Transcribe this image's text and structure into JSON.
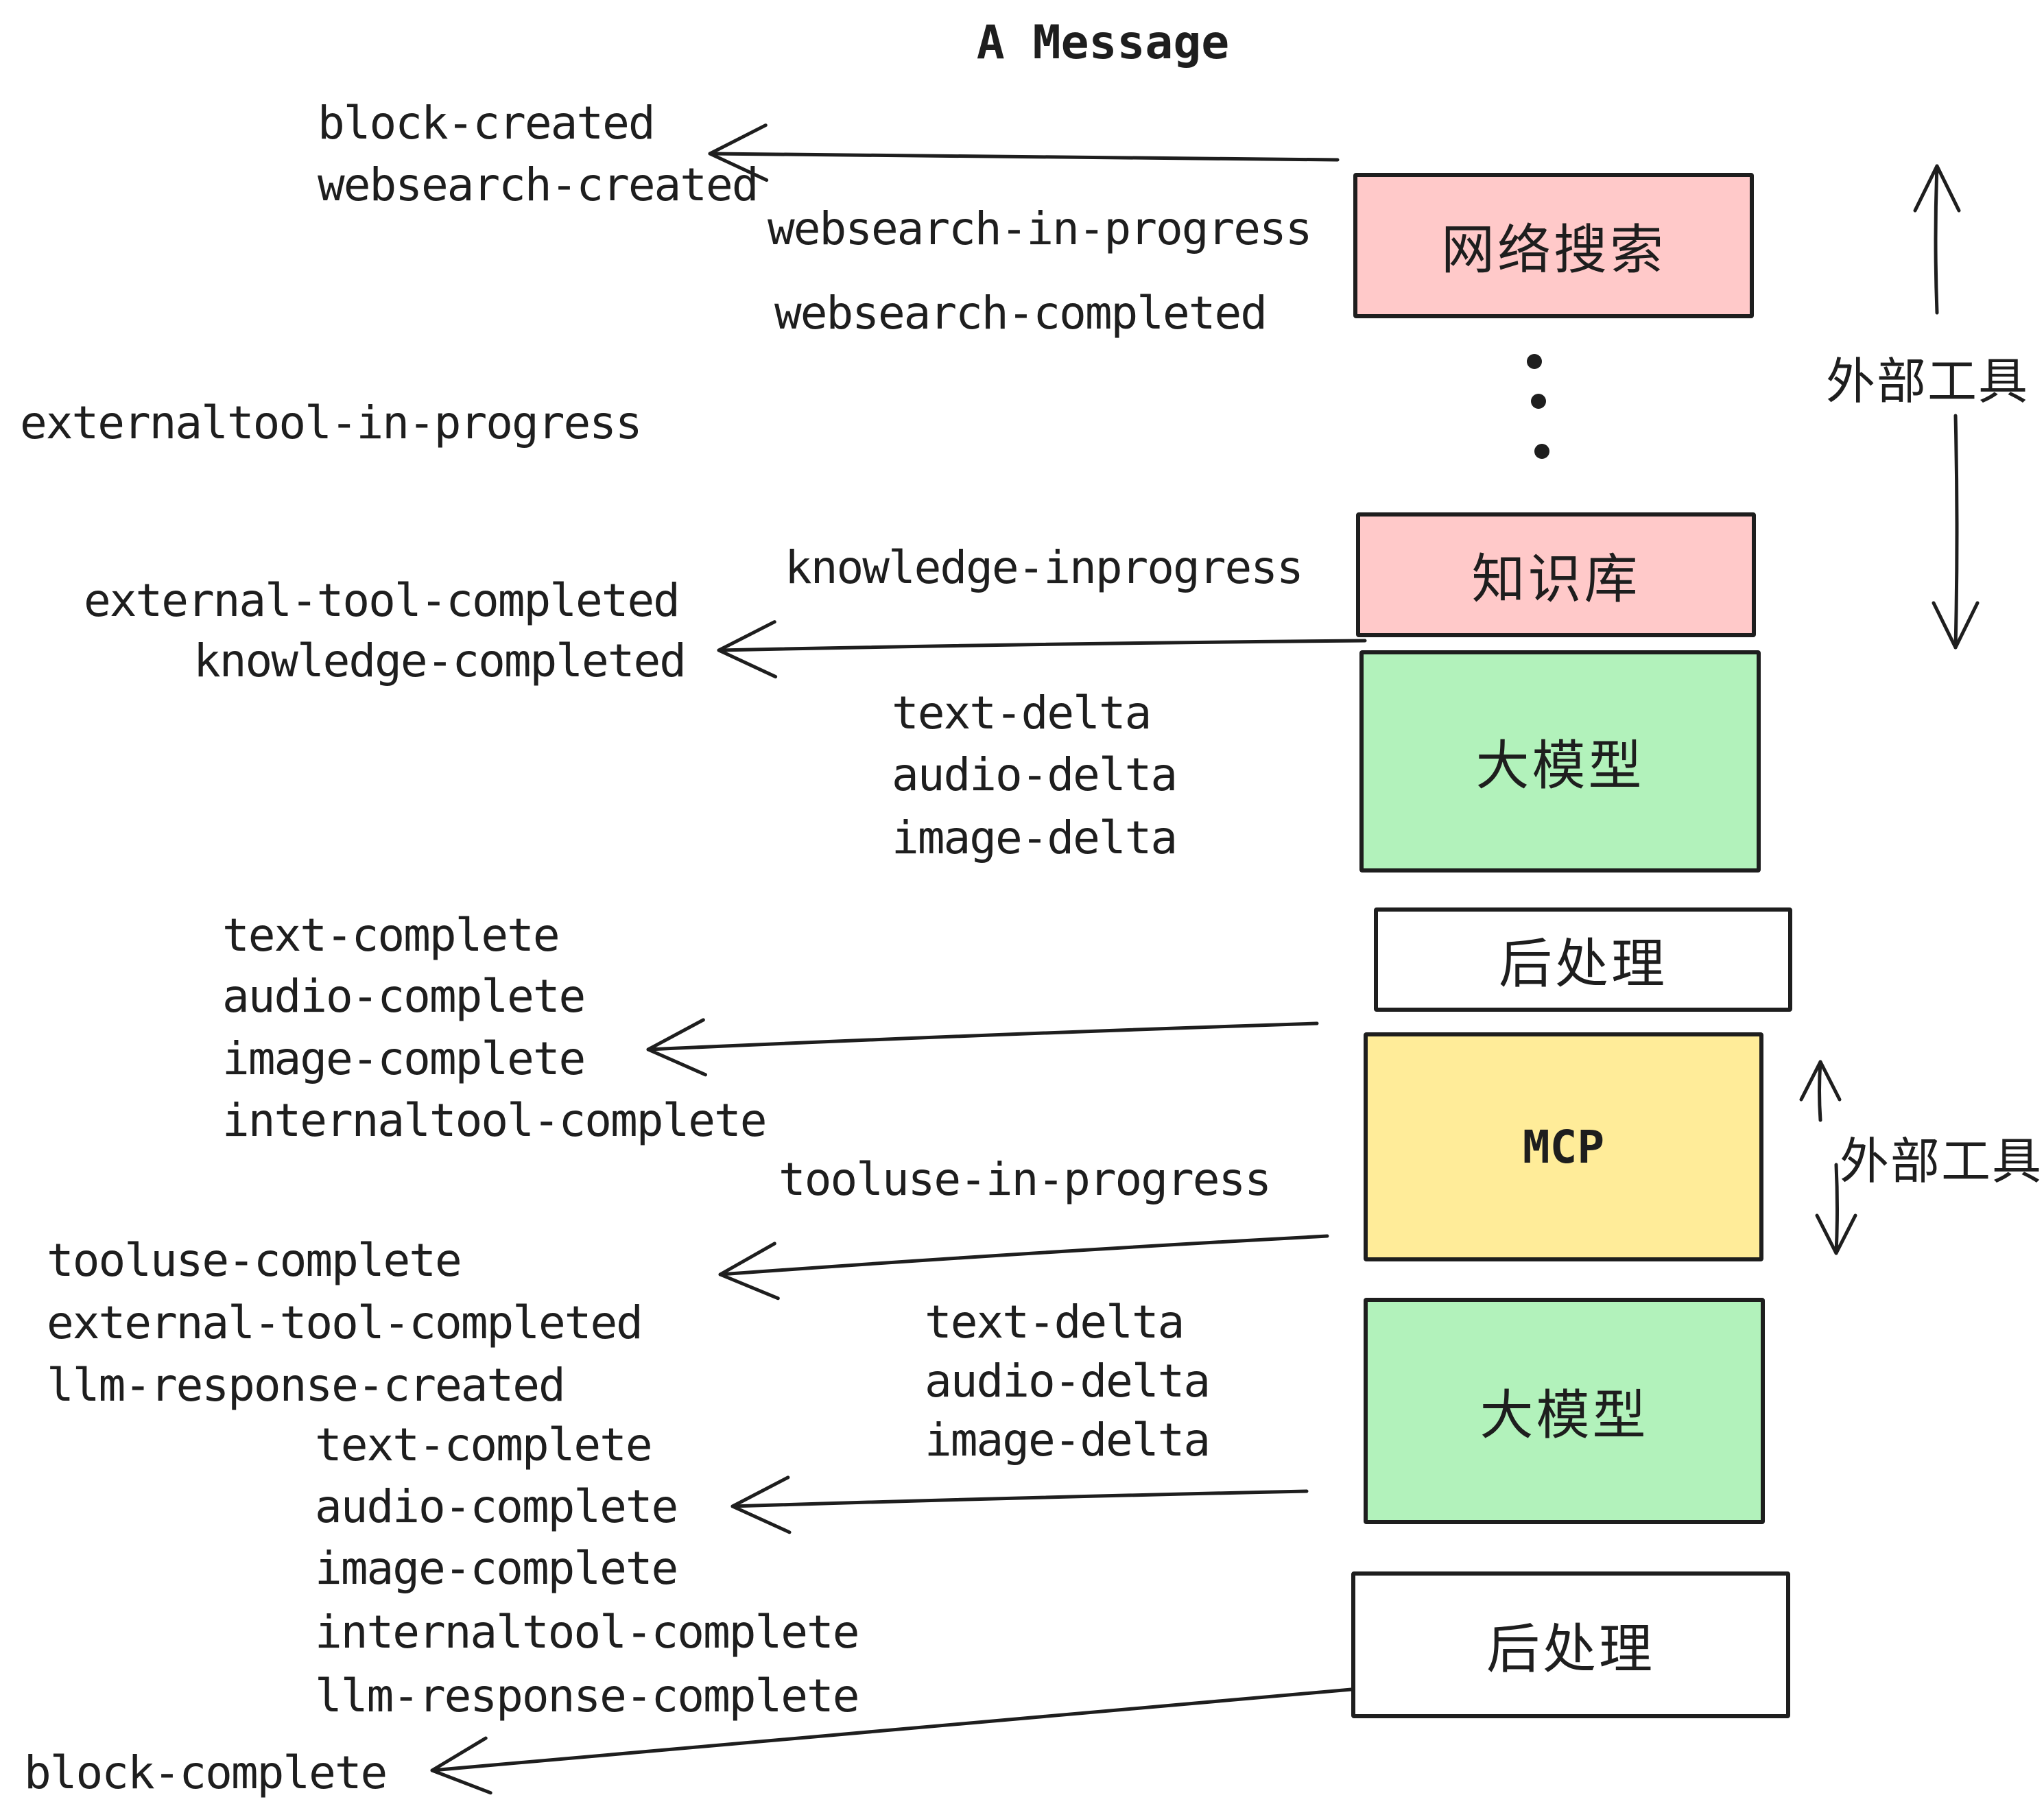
{
  "title": "A Message",
  "events": {
    "block_created": "block-created",
    "websearch_created": "websearch-created",
    "websearch_in_progress": "websearch-in-progress",
    "websearch_completed": "websearch-completed",
    "externaltool_in_progress": "externaltool-in-progress",
    "knowledge_inprogress": "knowledge-inprogress",
    "external_tool_completed": "external-tool-completed",
    "knowledge_completed": "knowledge-completed",
    "text_delta": "text-delta",
    "audio_delta": "audio-delta",
    "image_delta": "image-delta",
    "text_complete": "text-complete",
    "audio_complete": "audio-complete",
    "image_complete": "image-complete",
    "internaltool_complete": "internaltool-complete",
    "tooluse_in_progress": "tooluse-in-progress",
    "tooluse_complete": "tooluse-complete",
    "llm_response_created": "llm-response-created",
    "llm_response_complete": "llm-response-complete",
    "block_complete": "block-complete"
  },
  "nodes": {
    "websearch": "网络搜索",
    "knowledge": "知识库",
    "llm": "大模型",
    "postprocess": "后处理",
    "mcp": "MCP"
  },
  "annotations": {
    "external_tools": "外部工具"
  },
  "colors": {
    "tool_box_fill": "#ffc9c9",
    "llm_box_fill": "#b2f2bb",
    "mcp_box_fill": "#ffec99",
    "postprocess_box_fill": "#ffffff",
    "stroke": "#1e1e1e"
  }
}
